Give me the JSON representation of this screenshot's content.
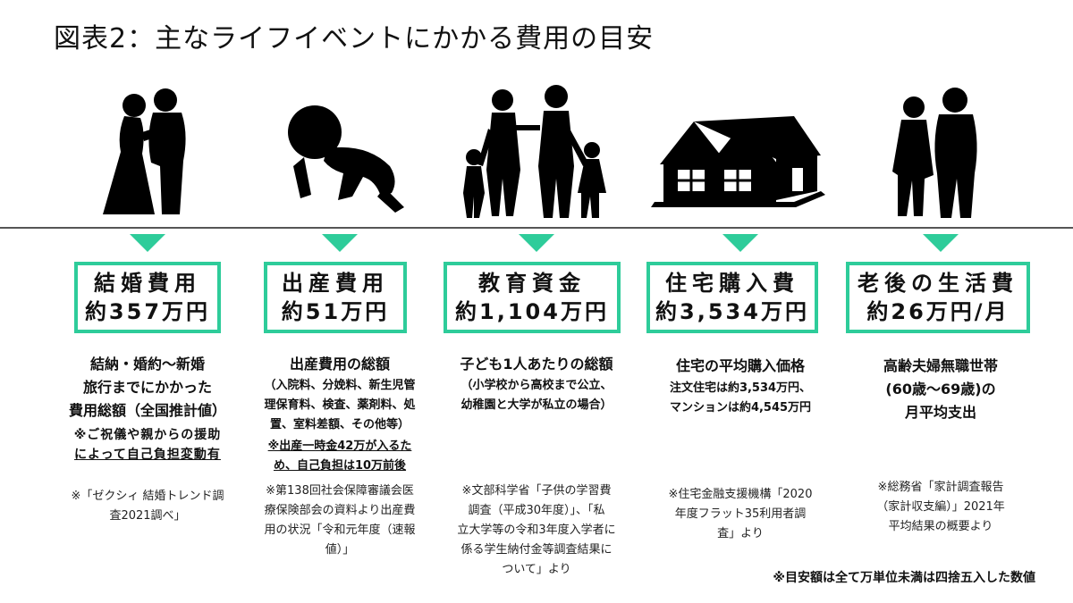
{
  "title": "図表2：主なライフイベントにかかる費用の目安",
  "accent_color": "#2ecc9a",
  "events": [
    {
      "icon": "wedding-couple-icon",
      "label": "結婚費用",
      "amount": "約357万円",
      "main_lines": [
        "結納・婚約～新婚",
        "旅行までにかかった",
        "費用総額（全国推計値）"
      ],
      "note_lines": [
        "※ご祝儀や親からの援助",
        "によって自己負担変動有"
      ],
      "source_lines": [
        "※「ゼクシィ 結婚トレンド調",
        "査2021調べ」"
      ]
    },
    {
      "icon": "crawling-baby-icon",
      "label": "出産費用",
      "amount": "約51万円",
      "main_lines": [
        "出産費用の総額"
      ],
      "sub_lines": [
        "（入院料、分娩料、新生児管",
        "理保育料、検査、薬剤料、処",
        "置、室料差額、その他等）"
      ],
      "note_lines": [
        "※出産一時金42万が入るた",
        "め、自己負担は10万前後"
      ],
      "source_lines": [
        "※第138回社会保障審議会医",
        "療保険部会の資料より出産費",
        "用の状況「令和元年度（速報",
        "値）」"
      ]
    },
    {
      "icon": "family-icon",
      "label": "教育資金",
      "amount": "約1,104万円",
      "main_lines": [
        "子ども1人あたりの総額"
      ],
      "sub_lines": [
        "（小学校から高校まで公立、",
        "幼稚園と大学が私立の場合）"
      ],
      "source_lines": [
        "※文部科学省「子供の学習費",
        "調査（平成30年度）」、「私",
        "立大学等の令和3年度入学者に",
        "係る学生納付金等調査結果に",
        "ついて」より"
      ]
    },
    {
      "icon": "house-icon",
      "label": "住宅購入費",
      "amount": "約3,534万円",
      "main_lines": [
        "住宅の平均購入価格"
      ],
      "sub_lines": [
        "注文住宅は約3,534万円、",
        "マンションは約4,545万円"
      ],
      "source_lines": [
        "※住宅金融支援機構「2020",
        "年度フラット35利用者調",
        "査」より"
      ]
    },
    {
      "icon": "elderly-couple-icon",
      "label": "老後の生活費",
      "amount": "約26万円/月",
      "main_lines": [
        "高齢夫婦無職世帯",
        "(60歳～69歳)の",
        "月平均支出"
      ],
      "source_lines": [
        "※総務省「家計調査報告",
        "（家計収支編）」2021年",
        "平均結果の概要より"
      ]
    }
  ],
  "footnote": "※目安額は全て万単位未満は四捨五入した数値"
}
